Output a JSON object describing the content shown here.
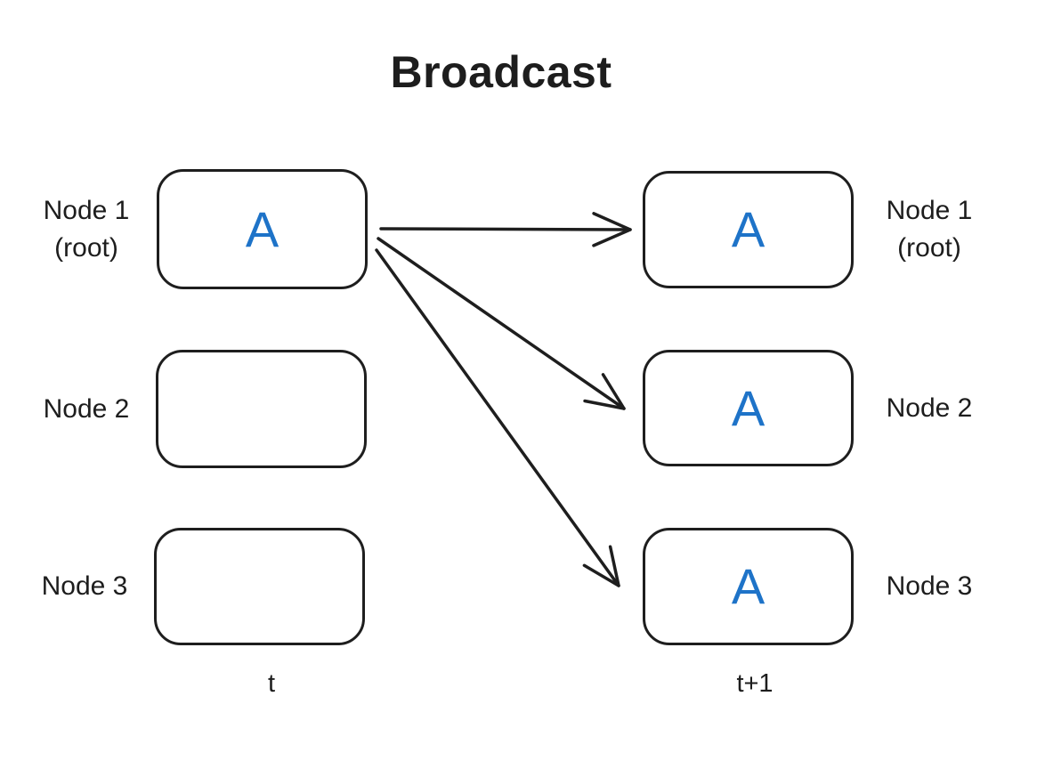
{
  "title": "Broadcast",
  "left_column": {
    "time_label": "t",
    "nodes": [
      {
        "label": "Node 1",
        "sublabel": "(root)",
        "value": "A"
      },
      {
        "label": "Node 2",
        "sublabel": "",
        "value": ""
      },
      {
        "label": "Node 3",
        "sublabel": "",
        "value": ""
      }
    ]
  },
  "right_column": {
    "time_label": "t+1",
    "nodes": [
      {
        "label": "Node 1",
        "sublabel": "(root)",
        "value": "A"
      },
      {
        "label": "Node 2",
        "sublabel": "",
        "value": "A"
      },
      {
        "label": "Node 3",
        "sublabel": "",
        "value": "A"
      }
    ]
  },
  "edges": [
    {
      "from": "node-1-at-t",
      "to": "node-1-at-t-plus-1"
    },
    {
      "from": "node-1-at-t",
      "to": "node-2-at-t-plus-1"
    },
    {
      "from": "node-1-at-t",
      "to": "node-3-at-t-plus-1"
    }
  ],
  "colors": {
    "value_blue": "#1e73c8",
    "stroke_dark": "#1e1e1e"
  }
}
